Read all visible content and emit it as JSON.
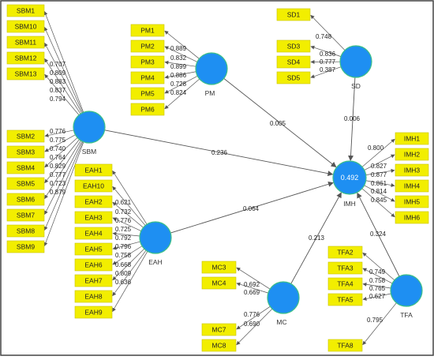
{
  "colors": {
    "indicator_fill": "#f2ee00",
    "indicator_stroke": "#c8c400",
    "latent_fill": "#1e8ff2",
    "latent_edge": "#3cbf88",
    "arrow": "#555555",
    "border": "#444444"
  },
  "latents": {
    "SBM": {
      "label": "SBM"
    },
    "PM": {
      "label": "PM"
    },
    "SD": {
      "label": "SD"
    },
    "IMH": {
      "label": "IMH",
      "r2": "0.492"
    },
    "EAH": {
      "label": "EAH"
    },
    "MC": {
      "label": "MC"
    },
    "TFA": {
      "label": "TFA"
    }
  },
  "indicators": {
    "SBM1": "SBM1",
    "SBM10": "SBM10",
    "SBM11": "SBM11",
    "SBM12": "SBM12",
    "SBM13": "SBM13",
    "SBM2": "SBM2",
    "SBM3": "SBM3",
    "SBM4": "SBM4",
    "SBM5": "SBM5",
    "SBM6": "SBM6",
    "SBM7": "SBM7",
    "SBM8": "SBM8",
    "SBM9": "SBM9",
    "PM1": "PM1",
    "PM2": "PM2",
    "PM3": "PM3",
    "PM4": "PM4",
    "PM5": "PM5",
    "PM6": "PM6",
    "SD1": "SD1",
    "SD3": "SD3",
    "SD4": "SD4",
    "SD5": "SD5",
    "IMH1": "IMH1",
    "IMH2": "IMH2",
    "IMH3": "IMH3",
    "IMH4": "IMH4",
    "IMH5": "IMH5",
    "IMH6": "IMH6",
    "EAH1": "EAH1",
    "EAH10": "EAH10",
    "EAH2": "EAH2",
    "EAH3": "EAH3",
    "EAH4": "EAH4",
    "EAH5": "EAH5",
    "EAH6": "EAH6",
    "EAH7": "EAH7",
    "EAH8": "EAH8",
    "EAH9": "EAH9",
    "MC3": "MC3",
    "MC4": "MC4",
    "MC7": "MC7",
    "MC8": "MC8",
    "TFA2": "TFA2",
    "TFA3": "TFA3",
    "TFA4": "TFA4",
    "TFA5": "TFA5",
    "TFA8": "TFA8"
  },
  "loadings": {
    "SBM1": "0.707",
    "SBM10": "0.809",
    "SBM11": "0.883",
    "SBM12": "0.837",
    "SBM13": "0.794",
    "SBM2": "0.776",
    "SBM3": "0.775",
    "SBM4": "0.740",
    "SBM5": "0.764",
    "SBM6": "0.829",
    "SBM7": "0.777",
    "SBM8": "0.723",
    "SBM9": "0.879",
    "PM1": "0.889",
    "PM2": "0.832",
    "PM3": "0.899",
    "PM4": "0.886",
    "PM5": "0.728",
    "PM6": "0.824",
    "SD1": "0.748",
    "SD3": "0.836",
    "SD4": "0.777",
    "SD5": "0.387",
    "IMH1": "0.800",
    "IMH2": "0.827",
    "IMH3": "0.877",
    "IMH4": "0.861",
    "IMH5": "0.814",
    "IMH6": "0.845",
    "EAH1": "0.621",
    "EAH10": "0.732",
    "EAH2": "0.776",
    "EAH3": "0.725",
    "EAH4": "0.792",
    "EAH5": "0.796",
    "EAH6": "0.758",
    "EAH7": "0.668",
    "EAH8": "0.809",
    "EAH9": "0.636",
    "MC3": "0.692",
    "MC4": "0.669",
    "MC7": "0.776",
    "MC8": "0.690",
    "TFA2": "0.749",
    "TFA3": "0.758",
    "TFA4": "0.765",
    "TFA5": "0.627",
    "TFA8": "0.795"
  },
  "paths": {
    "SBM_IMH": "0.236",
    "PM_IMH": "0.005",
    "SD_IMH": "0.006",
    "EAH_IMH": "0.064",
    "MC_IMH": "0.213",
    "TFA_IMH": "0.324"
  }
}
